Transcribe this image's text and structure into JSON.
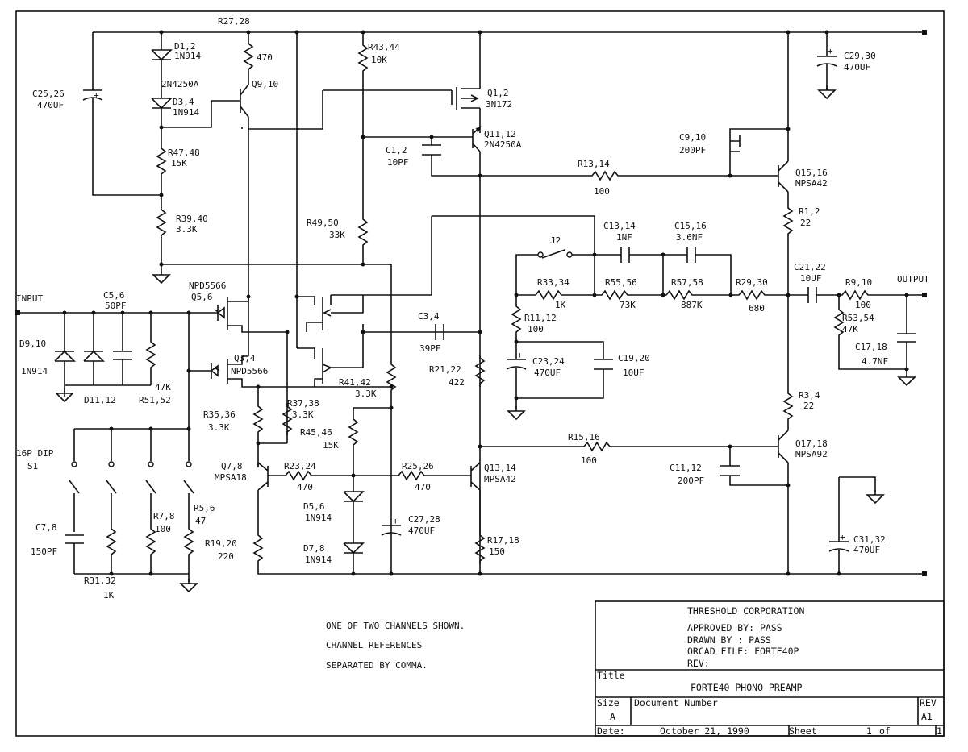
{
  "labels": {
    "r27_28": "R27,28",
    "r27_28_val": "470",
    "d1_2": "D1,2",
    "d1_2_val": "1N914",
    "d3_4": "D3,4",
    "d3_4_val": "1N914",
    "c25_26": "C25,26",
    "c25_26_val": "470UF",
    "q9_10_type": "2N4250A",
    "q9_10": "Q9,10",
    "r47_48": "R47,48",
    "r47_48_val": "15K",
    "r39_40": "R39,40",
    "r39_40_val": "3.3K",
    "r43_44": "R43,44",
    "r43_44_val": "10K",
    "q1_2": "Q1,2",
    "q1_2_val": "3N172",
    "q11_12": "Q11,12",
    "q11_12_val": "2N4250A",
    "c1_2": "C1,2",
    "c1_2_val": "10PF",
    "c29_30": "C29,30",
    "c29_30_val": "470UF",
    "c9_10": "C9,10",
    "c9_10_val": "200PF",
    "q15_16": "Q15,16",
    "q15_16_val": "MPSA42",
    "r13_14": "R13,14",
    "r13_14_val": "100",
    "r1_2": "R1,2",
    "r1_2_val": "22",
    "r49_50": "R49,50",
    "r49_50_val": "33K",
    "j2": "J2",
    "c13_14": "C13,14",
    "c13_14_val": "1NF",
    "c15_16": "C15,16",
    "c15_16_val": "3.6NF",
    "c21_22": "C21,22",
    "c21_22_val": "10UF",
    "r33_34": "R33,34",
    "r33_34_val": "1K",
    "r55_56": "R55,56",
    "r55_56_val": "73K",
    "r57_58": "R57,58",
    "r57_58_val": "887K",
    "r29_30": "R29,30",
    "r29_30_val": "680",
    "r9_10": "R9,10",
    "r9_10_val": "100",
    "output": "OUTPUT",
    "input": "INPUT",
    "c5_6": "C5,6",
    "c5_6_val": "50PF",
    "npd_q5": "NPD5566",
    "q5_6": "Q5,6",
    "r11_12": "R11,12",
    "r11_12_val": "100",
    "r53_54": "R53,54",
    "r53_54_val": "47K",
    "c17_18": "C17,18",
    "c17_18_val": "4.7NF",
    "c3_4": "C3,4",
    "c3_4_val": "39PF",
    "d9_10": "D9,10",
    "d9_10_val": "1N914",
    "q3_4": "Q3,4",
    "q3_4_val": "NPD5566",
    "c23_24": "C23,24",
    "c23_24_val": "470UF",
    "c19_20": "C19,20",
    "c19_20_val": "10UF",
    "r21_22": "R21,22",
    "r21_22_val": "422",
    "r41_42": "R41,42",
    "r41_42_val": "3.3K",
    "r51_52_val": "47K",
    "d11_12": "D11,12",
    "r51_52": "R51,52",
    "r3_4": "R3,4",
    "r3_4_val": "22",
    "r35_36": "R35,36",
    "r35_36_val": "3.3K",
    "r37_38": "R37,38",
    "r37_38_val": "3.3K",
    "r45_46": "R45,46",
    "r45_46_val": "15K",
    "r15_16": "R15,16",
    "r15_16_val": "100",
    "q17_18": "Q17,18",
    "q17_18_val": "MPSA92",
    "dip": "16P DIP",
    "s1": "S1",
    "q7_8": "Q7,8",
    "q7_8_val": "MPSA18",
    "r23_24": "R23,24",
    "r23_24_val": "470",
    "r25_26": "R25,26",
    "r25_26_val": "470",
    "q13_14": "Q13,14",
    "q13_14_val": "MPSA42",
    "c11_12": "C11,12",
    "c11_12_val": "200PF",
    "d5_6": "D5,6",
    "d5_6_val": "1N914",
    "c27_28": "C27,28",
    "c27_28_val": "470UF",
    "r7_8": "R7,8",
    "r7_8_val": "100",
    "r5_6": "R5,6",
    "r5_6_val": "47",
    "c7_8": "C7,8",
    "c7_8_val": "150PF",
    "r19_20": "R19,20",
    "r19_20_val": "220",
    "d7_8": "D7,8",
    "d7_8_val": "1N914",
    "r17_18": "R17,18",
    "r17_18_val": "150",
    "c31_32": "C31,32",
    "c31_32_val": "470UF",
    "r31_32": "R31,32",
    "r31_32_val": "1K"
  },
  "notes": {
    "line1": "ONE OF TWO CHANNELS SHOWN.",
    "line2": "CHANNEL REFERENCES",
    "line3": "SEPARATED BY COMMA."
  },
  "title_block": {
    "company": "THRESHOLD CORPORATION",
    "approved": "APPROVED BY: PASS",
    "drawn": "DRAWN BY :   PASS",
    "orcad": "ORCAD FILE: FORTE40P",
    "rev_line": "REV:",
    "title_label": "Title",
    "title": "FORTE40 PHONO PREAMP",
    "size_label": "Size",
    "size": "A",
    "docnum_label": "Document Number",
    "rev_label": "REV",
    "rev": "A1",
    "date_label": "Date:",
    "date": "October 21, 1990",
    "sheet_label": "Sheet",
    "sheet_num": "1",
    "of_label": "of",
    "sheet_total": "1"
  }
}
